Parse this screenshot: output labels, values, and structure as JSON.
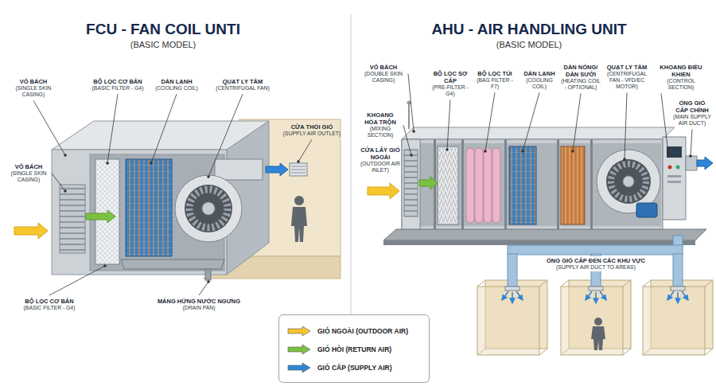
{
  "diagram": {
    "labels": [
      "FCU - FAN COIL UNTI",
      "(BASIC MODEL)",
      "AHU - AIR HANDLING UNIT",
      "(BASIC MODEL)",
      "VỎ BÁCH",
      "(SINGLE SKIN CASING)",
      "BỘ LỌC CƠ BẢN",
      "(BASIC FILTER - G4)",
      "DÀN LẠNH",
      "(COOLING COIL)",
      "QUẠT LY TÂM",
      "(CENTRIFUGAL FAN)",
      "CỬA THỔI GIÓ",
      "(SUPPLY AIR OUTLET)",
      "VỎ BÁCH",
      "(SINGLE SKIN CASING)",
      "BỘ LỌC CƠ BẢN",
      "(BASIC FILTER - G4)",
      "MÁNG HỨNG NƯỚC NGƯNG",
      "(DRAIN PAN)",
      "VỎ BÁCH",
      "(DOUBLE SKIN CASING)",
      "KHOANG HÒA TRỘN",
      "(MIXING SECTION)",
      "CỬA LẤY GIÓ NGOÀI",
      "(OUTDOOR AIR INLET)",
      "BỘ LỌC SƠ CẤP",
      "(PRE-FILTER - G4)",
      "BỘ LỌC TÚI",
      "(BAG FILTER - F7)",
      "DÀN LẠNH",
      "(COOLING COIL)",
      "DÀN NÓNG/ DÀN SƯỞI",
      "(HEATING COIL - OPTIONAL)",
      "QUẠT LY TÂM",
      "(CENTRIFUGAL FAN - VFD/EC MOTOR)",
      "KHOANG ĐIỀU KHIỂN",
      "(CONTROL SECTION)",
      "ỐNG GIÓ CẤP CHÍNH",
      "(MAIN SUPPLY AIR DUCT)",
      "ỐNG GIÓ CẤP ĐẾN CÁC KHU VỰC",
      "(SUPPLY AIR DUCT TO AREAS)"
    ],
    "legend": [
      {
        "text": "GIÓ NGOÀI (OUTDOOR AIR)",
        "color": "#f6c62e"
      },
      {
        "text": "GIÓ HỒI (RETURN AIR)",
        "color": "#7cc143"
      },
      {
        "text": "GIÓ CẤP (SUPPLY AIR)",
        "color": "#2f86d6"
      }
    ]
  }
}
